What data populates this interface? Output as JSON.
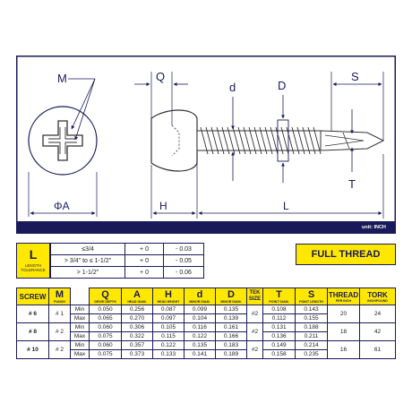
{
  "drawing": {
    "labels": {
      "m": "M",
      "q": "Q",
      "d": "d",
      "D": "D",
      "s": "S",
      "a": "ΦA",
      "h": "H",
      "l": "L",
      "t": "T"
    },
    "unit": "unit: INCH",
    "colors": {
      "frame": "#1a1a5a",
      "accent": "#ffe800",
      "dimension": "#1a1a5a",
      "part": "#333333"
    }
  },
  "tolerance": {
    "code": "L",
    "caption_line1": "LENGTH",
    "caption_line2": "TOLERANCE",
    "rows": [
      {
        "range": "≤3/4",
        "plus": "+ 0",
        "minus": "- 0.03"
      },
      {
        "range": "> 3/4\" to ≤ 1-1/2\"",
        "plus": "+ 0",
        "minus": "- 0.05"
      },
      {
        "range": "> 1-1/2\"",
        "plus": "+ 0",
        "minus": "- 0.06"
      }
    ]
  },
  "full_thread": "FULL THREAD",
  "spec": {
    "headers": {
      "screw": "SCREW",
      "m": {
        "key": "M",
        "sub": "PUNCH"
      },
      "q": {
        "key": "Q",
        "sub": "DRIVE DEPTH"
      },
      "a": {
        "key": "A",
        "sub": "HEAD DIAM."
      },
      "h": {
        "key": "H",
        "sub": "HEAD HEIGHT"
      },
      "d_minor": {
        "key": "d",
        "sub": "MINOR DIAM."
      },
      "d_major": {
        "key": "D",
        "sub": "MINOR DIAM."
      },
      "tek": {
        "key": "TEK",
        "sub": "SIZE"
      },
      "t": {
        "key": "T",
        "sub": "POINT DIAM."
      },
      "s": {
        "key": "S",
        "sub": "POINT LENGTH"
      },
      "thread": {
        "key": "THREAD",
        "sub": "PER INCH"
      },
      "tork": {
        "key": "TORK",
        "sub": "INCH/POUND"
      }
    },
    "rows": [
      {
        "screw": "# 6",
        "m": "# 1",
        "tek": "#2",
        "thread": "20",
        "tork": "24",
        "min": {
          "label": "Min",
          "q": "0.050",
          "a": "0.256",
          "h": "0.087",
          "d": "0.099",
          "D": "0.135",
          "t": "0.108",
          "s": "0.143"
        },
        "max": {
          "label": "Max",
          "q": "0.065",
          "a": "0.270",
          "h": "0.097",
          "d": "0.104",
          "D": "0.139",
          "t": "0.112",
          "s": "0.155"
        }
      },
      {
        "screw": "# 8",
        "m": "# 2",
        "tek": "#2",
        "thread": "18",
        "tork": "42",
        "min": {
          "label": "Min",
          "q": "0.060",
          "a": "0.306",
          "h": "0.105",
          "d": "0.116",
          "D": "0.161",
          "t": "0.131",
          "s": "0.188"
        },
        "max": {
          "label": "Max",
          "q": "0.075",
          "a": "0.322",
          "h": "0.115",
          "d": "0.122",
          "D": "0.166",
          "t": "0.136",
          "s": "0.211"
        }
      },
      {
        "screw": "# 10",
        "m": "# 2",
        "tek": "#2",
        "thread": "16",
        "tork": "61",
        "min": {
          "label": "Min",
          "q": "0.060",
          "a": "0.357",
          "h": "0.122",
          "d": "0.135",
          "D": "0.183",
          "t": "0.149",
          "s": "0.214"
        },
        "max": {
          "label": "Max",
          "q": "0.075",
          "a": "0.373",
          "h": "0.133",
          "d": "0.141",
          "D": "0.189",
          "t": "0.158",
          "s": "0.235"
        }
      }
    ]
  }
}
